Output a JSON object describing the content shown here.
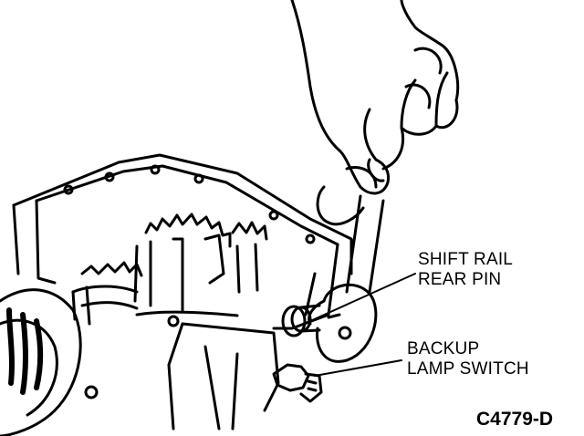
{
  "labels": {
    "shift_rail": [
      "SHIFT RAIL",
      "REAR PIN"
    ],
    "backup_switch": [
      "BACKUP",
      "LAMP SWITCH"
    ]
  },
  "figure_id": "C4779-D"
}
